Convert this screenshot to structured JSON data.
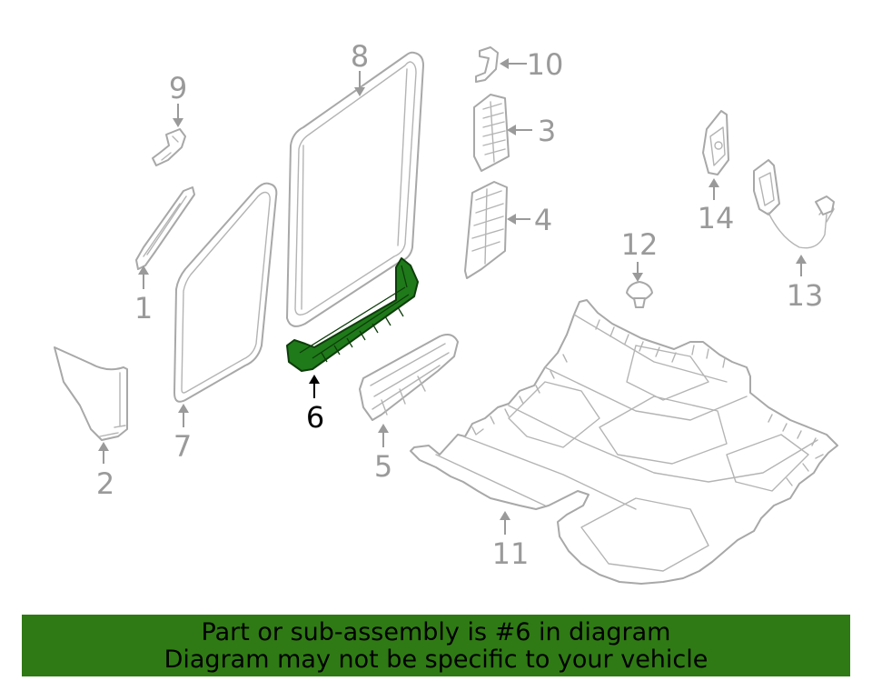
{
  "diagram": {
    "highlighted_part": "6",
    "colors": {
      "highlight": "#1f7a1a",
      "line": "#a8a8a8",
      "banner": "#2f7a14"
    },
    "callouts": [
      {
        "id": "c1",
        "label": "1"
      },
      {
        "id": "c2",
        "label": "2"
      },
      {
        "id": "c3",
        "label": "3"
      },
      {
        "id": "c4",
        "label": "4"
      },
      {
        "id": "c5",
        "label": "5"
      },
      {
        "id": "c6",
        "label": "6"
      },
      {
        "id": "c7",
        "label": "7"
      },
      {
        "id": "c8",
        "label": "8"
      },
      {
        "id": "c9",
        "label": "9"
      },
      {
        "id": "c10",
        "label": "10"
      },
      {
        "id": "c11",
        "label": "11"
      },
      {
        "id": "c12",
        "label": "12"
      },
      {
        "id": "c13",
        "label": "13"
      },
      {
        "id": "c14",
        "label": "14"
      }
    ]
  },
  "banner": {
    "line1": "Part or sub-assembly is #6 in diagram",
    "line2": "Diagram may not be specific to your vehicle"
  }
}
